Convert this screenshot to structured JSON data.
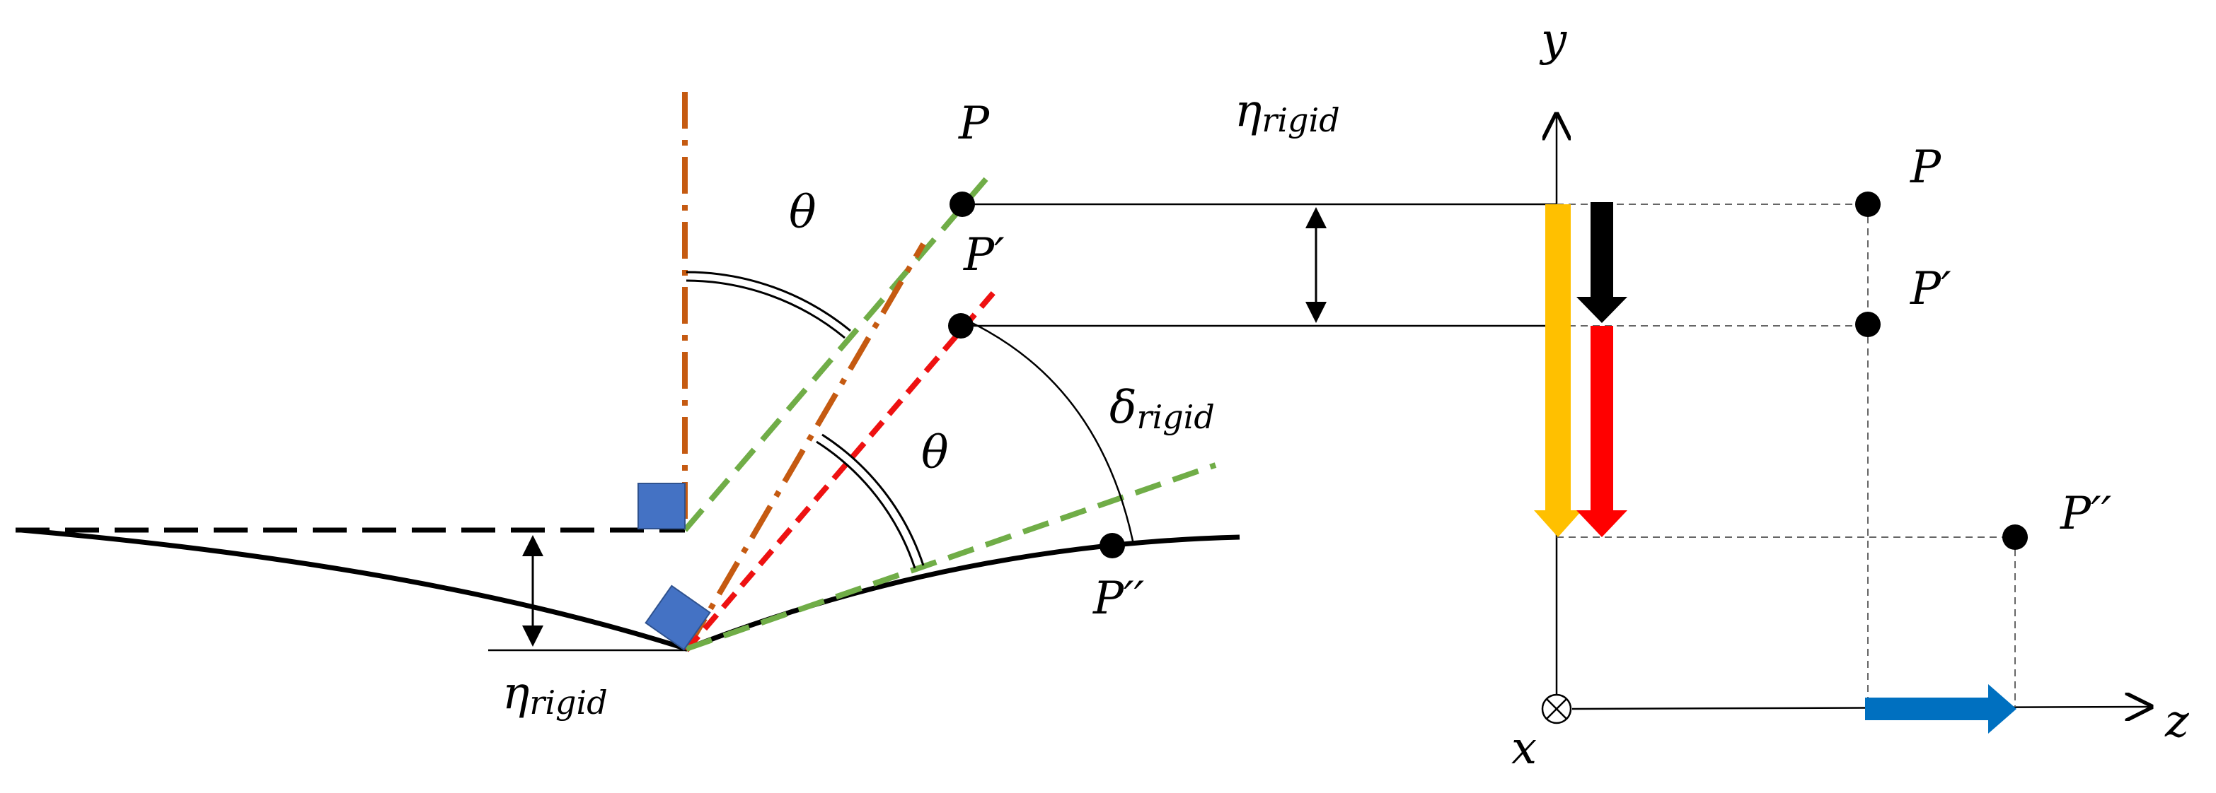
{
  "labels": {
    "theta_upper": "θ",
    "theta_lower": "θ",
    "eta_rigid_left": "η",
    "eta_rigid_left_sub": "rigid",
    "eta_rigid_top": "η",
    "eta_rigid_top_sub": "rigid",
    "delta_rigid": "δ",
    "delta_rigid_sub": "rigid",
    "point_p_left": "P",
    "point_p_prime_left": "P′",
    "point_p_double_prime_left": "P′′",
    "point_p_right": "P",
    "point_p_prime_right": "P′",
    "point_p_double_prime_right": "P′′",
    "axis_y": "y",
    "axis_z": "z",
    "axis_x": "x"
  },
  "colors": {
    "normal_line": "#c55a11",
    "tangent_line": "#70ad47",
    "rotated_line": "#ee1111",
    "element_fill": "#4472c4",
    "arrow_yellow": "#ffc000",
    "arrow_black": "#000000",
    "arrow_red": "#ff0000",
    "arrow_blue": "#0070c0"
  }
}
